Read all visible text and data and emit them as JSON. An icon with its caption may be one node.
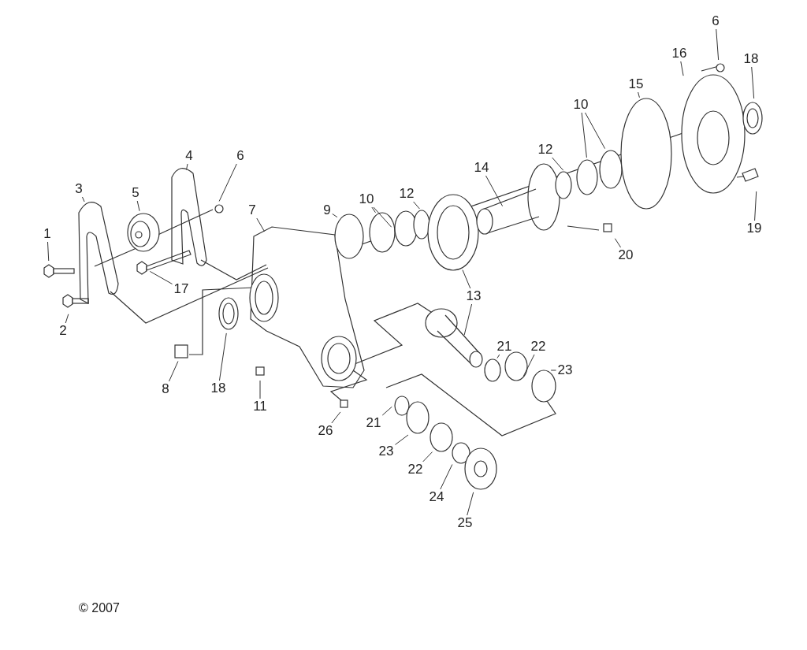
{
  "diagram": {
    "nodes": [
      {
        "text": [
          "1"
        ]
      },
      {
        "text": [
          "2"
        ]
      },
      {
        "text": [
          "3"
        ]
      },
      {
        "text": [
          "5"
        ]
      },
      {
        "text": [
          "4"
        ]
      },
      {
        "text": [
          "6"
        ]
      },
      {
        "text": [
          "7"
        ]
      },
      {
        "text": [
          "17"
        ]
      },
      {
        "text": [
          "8"
        ]
      },
      {
        "text": [
          "18"
        ]
      },
      {
        "text": [
          "11"
        ]
      },
      {
        "text": [
          "26"
        ]
      },
      {
        "text": [
          "9"
        ]
      },
      {
        "text": [
          "10"
        ]
      },
      {
        "text": [
          "12"
        ]
      },
      {
        "text": [
          "14"
        ]
      },
      {
        "text": [
          "13"
        ]
      },
      {
        "text": [
          "21"
        ]
      },
      {
        "text": [
          "22"
        ]
      },
      {
        "text": [
          "23"
        ]
      },
      {
        "text": [
          "21"
        ]
      },
      {
        "text": [
          "23"
        ]
      },
      {
        "text": [
          "22"
        ]
      },
      {
        "text": [
          "24"
        ]
      },
      {
        "text": [
          "25"
        ]
      },
      {
        "text": [
          "12"
        ]
      },
      {
        "text": [
          "10"
        ]
      },
      {
        "text": [
          "15"
        ]
      },
      {
        "text": [
          "16"
        ]
      },
      {
        "text": [
          "6"
        ]
      },
      {
        "text": [
          "18"
        ]
      },
      {
        "text": [
          "19"
        ]
      },
      {
        "text": [
          "20"
        ]
      }
    ],
    "edges": [
      {
        "from": 0,
        "to": null,
        "arrow": "none"
      },
      {
        "from": 1,
        "to": null,
        "arrow": "none"
      },
      {
        "from": 2,
        "to": null,
        "arrow": "none"
      },
      {
        "from": 3,
        "to": null,
        "arrow": "none"
      },
      {
        "from": 4,
        "to": null,
        "arrow": "none"
      },
      {
        "from": 5,
        "to": null,
        "arrow": "none"
      },
      {
        "from": 6,
        "to": null,
        "arrow": "none"
      },
      {
        "from": 7,
        "to": null,
        "arrow": "none"
      },
      {
        "from": 8,
        "to": null,
        "arrow": "none"
      },
      {
        "from": 9,
        "to": null,
        "arrow": "none"
      },
      {
        "from": 10,
        "to": null,
        "arrow": "none"
      },
      {
        "from": 11,
        "to": null,
        "arrow": "none"
      },
      {
        "from": 12,
        "to": null,
        "arrow": "none"
      },
      {
        "from": 13,
        "to": null,
        "arrow": "none"
      },
      {
        "from": 13,
        "to": null,
        "arrow": "none"
      },
      {
        "from": 14,
        "to": null,
        "arrow": "none"
      },
      {
        "from": 15,
        "to": null,
        "arrow": "none"
      },
      {
        "from": 16,
        "to": null,
        "arrow": "none"
      },
      {
        "from": 16,
        "to": null,
        "arrow": "none"
      },
      {
        "from": 17,
        "to": null,
        "arrow": "none"
      },
      {
        "from": 18,
        "to": null,
        "arrow": "none"
      },
      {
        "from": 19,
        "to": null,
        "arrow": "none"
      },
      {
        "from": 20,
        "to": null,
        "arrow": "none"
      },
      {
        "from": 21,
        "to": null,
        "arrow": "none"
      },
      {
        "from": 22,
        "to": null,
        "arrow": "none"
      },
      {
        "from": 23,
        "to": null,
        "arrow": "none"
      },
      {
        "from": 24,
        "to": null,
        "arrow": "none"
      },
      {
        "from": 25,
        "to": null,
        "arrow": "none"
      },
      {
        "from": 26,
        "to": null,
        "arrow": "none"
      },
      {
        "from": 26,
        "to": null,
        "arrow": "none"
      },
      {
        "from": 27,
        "to": null,
        "arrow": "none"
      },
      {
        "from": 28,
        "to": null,
        "arrow": "none"
      },
      {
        "from": 29,
        "to": null,
        "arrow": "none"
      },
      {
        "from": 30,
        "to": null,
        "arrow": "none"
      },
      {
        "from": 31,
        "to": null,
        "arrow": "none"
      },
      {
        "from": 32,
        "to": null,
        "arrow": "none"
      }
    ],
    "labels": [
      "© 2007"
    ]
  }
}
